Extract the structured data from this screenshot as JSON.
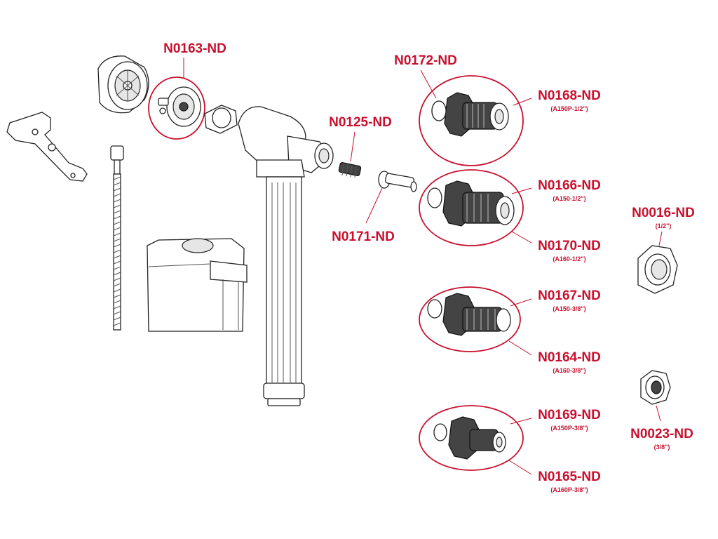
{
  "labels": {
    "n0163": {
      "code": "N0163-ND"
    },
    "n0172": {
      "code": "N0172-ND"
    },
    "n0125": {
      "code": "N0125-ND"
    },
    "n0171": {
      "code": "N0171-ND"
    },
    "n0168": {
      "code": "N0168-ND",
      "sub": "(A150P-1/2\")"
    },
    "n0166": {
      "code": "N0166-ND",
      "sub": "(A150-1/2\")"
    },
    "n0170": {
      "code": "N0170-ND",
      "sub": "(A160-1/2\")"
    },
    "n0016": {
      "code": "N0016-ND",
      "sub": "(1/2\")"
    },
    "n0167": {
      "code": "N0167-ND",
      "sub": "(A150-3/8\")"
    },
    "n0164": {
      "code": "N0164-ND",
      "sub": "(A160-3/8\")"
    },
    "n0169": {
      "code": "N0169-ND",
      "sub": "(A150P-3/8\")"
    },
    "n0165": {
      "code": "N0165-ND",
      "sub": "(A160P-3/8\")"
    },
    "n0023": {
      "code": "N0023-ND",
      "sub": "(3/8\")"
    }
  },
  "colors": {
    "accent": "#c8102e",
    "line": "#222222",
    "fill": "#ffffff"
  }
}
